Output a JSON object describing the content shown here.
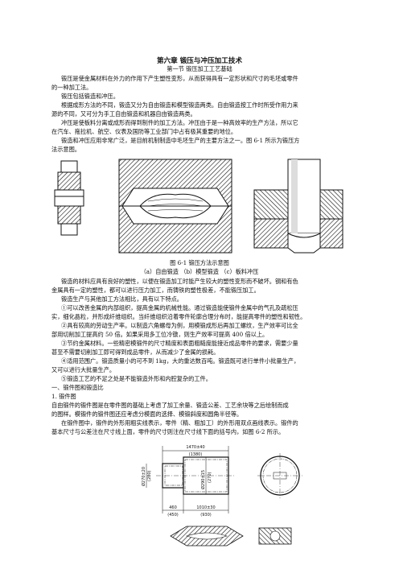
{
  "chapter_title": "第六章 锻压与冲压加工技术",
  "section_title": "第一节 锻压加工工艺基础",
  "paragraphs": [
    "锻压是使金属材料在外力的作用下产生塑性变形，从而获得具有一定形状和尺寸的毛坯或零件",
    "的一种加工法。",
    "锻压包括锻造和冲压。",
    "根据成形方法的不同，锻造又分为自由锻造和模型锻造两类。自由锻造按工作时所受作用力来",
    "源的不同，又可分为手工自由锻造和机器自由锻造两类。",
    "冲压是使板料分离或成形而得到制件的加工方法。冲压由于是一种高效率的生产方法，所以它",
    "在汽车、拖拉机、航空、仪表及国防等工业部门中占有极其重要的地位。",
    "锻造和冲压应用非常广泛，是目前机制制造中毛坯生产的主要方法之一。图 6-1 所示为锻压方",
    "法示意图。"
  ],
  "figure1": {
    "caption": "图 6-1 锻压方法示意图",
    "subcaption": "（a）自由锻造  （b）模型锻造  （c）板料冲压"
  },
  "paragraphs2": [
    "锻造的材料应具有良好的塑性，以便在锻造加工时能产生较大的塑性变形而不破坏。钢和有色",
    "金属具有一定的塑性，都可以进行压力加工，而铸铁的塑性极差，不能锻压加工。",
    "锻造生产与其他加工方法相比，具有以下特点。",
    "①可以改善金属的内部组织，提高金属的机械性能。通过锻造能使锻件金属中的气孔及疏松压",
    "实，细化晶粒，并形成纤维组织。当纤维组织沿着零件轮廓合理分布时，能提高零件的塑性和韧性。",
    "②具有较高的劳动生产率。以制造六角螺母为例，用模锻成形后再加工螺纹，生产效率可比全",
    "部用切削加工提高约 50 倍。如果采用多工位冷镦，则生产效率可提高 400 倍以上。",
    "③节约金属材料。一些精密模锻件的尺寸精度和表面粗糙度能接近成品零件的要求，需要少量",
    "甚至不需要切削加工即可得到成品零件，从而减少了金属的损耗。",
    "④适用范围广。锻造质量小的可不到 1kg，大的重达数百吨。锻造既可进行单件小批量生产，",
    "又可以进行大批量生产。",
    "⑤锻造工艺的不足之处是不能锻造外形和内腔复杂的工件。",
    "一、锻件图和锻造比",
    "1. 锻件图",
    "自由锻件的锻件图是在零件图的基础上考虑了加工余量、锻造公差、工艺余块等之后绘制而成",
    "的图样。模锻件的锻件图还应考虑分模面的选择、模锻斜度和圆角半径等。",
    "在锻件图中，锻件的外形用粗实线表示，零件（精、粗加工）的外形用双点画线表示。锻件的",
    "基本尺寸与公差注在尺寸线上面，零件的尺寸则注在尺寸线下面的括号内，如图 6-2 所示。"
  ],
  "figure2": {
    "dim_top": "1470±40",
    "dim_top_sub": "(1380)",
    "dim_left_a": "Ø270±20",
    "dim_left_b": "(280)",
    "dim_center_a": "Ø290±15",
    "dim_center_b": "(270)",
    "dim_bottom_left": "460",
    "dim_bottom_left_sub": "(450)",
    "dim_bottom_right": "1010±30",
    "dim_bottom_right_sub": "(930)"
  }
}
